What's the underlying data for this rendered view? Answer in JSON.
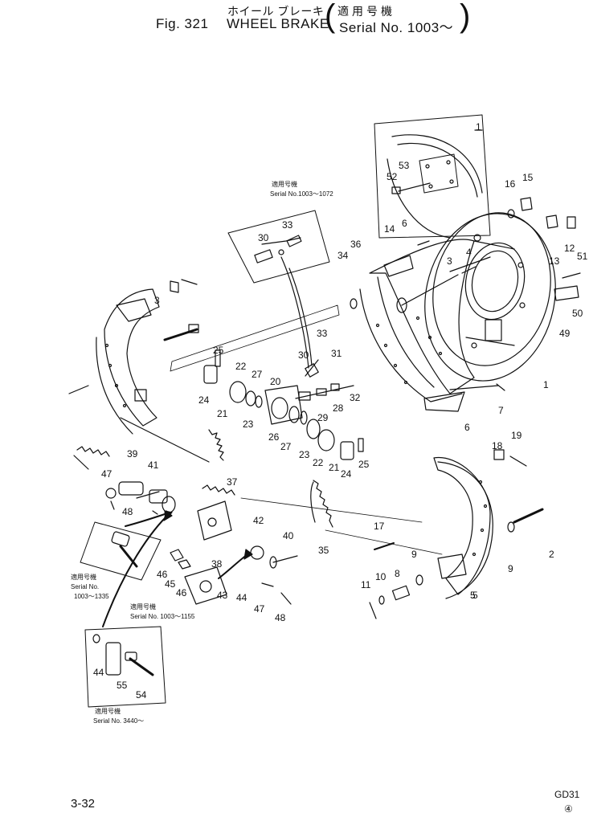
{
  "header": {
    "title_jp": "ホイール ブレーキ",
    "fig_label": "Fig. 321",
    "title": "WHEEL BRAKE",
    "serial_jp": "適用号機",
    "serial": "Serial No. 1003～"
  },
  "footer": {
    "page": "3-32",
    "model": "GD31",
    "revision": "④"
  },
  "notes": {
    "n1_jp": "適用号機",
    "n1": "Serial No.1003～1072",
    "n2_jp": "適用号機",
    "n2a": "Serial No.",
    "n2b": "1003～1335",
    "n3_jp": "適用号機",
    "n3": "Serial No. 1003～1155",
    "n4_jp": "適用号機",
    "n4": "Serial No. 3440～"
  },
  "parts": [
    {
      "id": "p1a",
      "num": "1"
    },
    {
      "id": "p1b",
      "num": "1"
    },
    {
      "id": "p2",
      "num": "2"
    },
    {
      "id": "p3a",
      "num": "3"
    },
    {
      "id": "p3b",
      "num": "3"
    },
    {
      "id": "p4",
      "num": "4"
    },
    {
      "id": "p5a",
      "num": "5"
    },
    {
      "id": "p5b",
      "num": "5"
    },
    {
      "id": "p6a",
      "num": "6"
    },
    {
      "id": "p6b",
      "num": "6"
    },
    {
      "id": "p7",
      "num": "7"
    },
    {
      "id": "p8",
      "num": "8"
    },
    {
      "id": "p9a",
      "num": "9"
    },
    {
      "id": "p9b",
      "num": "9"
    },
    {
      "id": "p10",
      "num": "10"
    },
    {
      "id": "p11",
      "num": "11"
    },
    {
      "id": "p12",
      "num": "12"
    },
    {
      "id": "p13",
      "num": "13"
    },
    {
      "id": "p14",
      "num": "14"
    },
    {
      "id": "p15",
      "num": "15"
    },
    {
      "id": "p16",
      "num": "16"
    },
    {
      "id": "p17",
      "num": "17"
    },
    {
      "id": "p18",
      "num": "18"
    },
    {
      "id": "p19",
      "num": "19"
    },
    {
      "id": "p20",
      "num": "20"
    },
    {
      "id": "p21a",
      "num": "21"
    },
    {
      "id": "p21b",
      "num": "21"
    },
    {
      "id": "p22a",
      "num": "22"
    },
    {
      "id": "p22b",
      "num": "22"
    },
    {
      "id": "p23a",
      "num": "23"
    },
    {
      "id": "p23b",
      "num": "23"
    },
    {
      "id": "p24a",
      "num": "24"
    },
    {
      "id": "p24b",
      "num": "24"
    },
    {
      "id": "p25a",
      "num": "25"
    },
    {
      "id": "p25b",
      "num": "25"
    },
    {
      "id": "p26",
      "num": "26"
    },
    {
      "id": "p27a",
      "num": "27"
    },
    {
      "id": "p27b",
      "num": "27"
    },
    {
      "id": "p28",
      "num": "28"
    },
    {
      "id": "p29",
      "num": "29"
    },
    {
      "id": "p30a",
      "num": "30"
    },
    {
      "id": "p30b",
      "num": "30"
    },
    {
      "id": "p31",
      "num": "31"
    },
    {
      "id": "p32",
      "num": "32"
    },
    {
      "id": "p33a",
      "num": "33"
    },
    {
      "id": "p33b",
      "num": "33"
    },
    {
      "id": "p34",
      "num": "34"
    },
    {
      "id": "p35",
      "num": "35"
    },
    {
      "id": "p36",
      "num": "36"
    },
    {
      "id": "p37",
      "num": "37"
    },
    {
      "id": "p38",
      "num": "38"
    },
    {
      "id": "p39",
      "num": "39"
    },
    {
      "id": "p40",
      "num": "40"
    },
    {
      "id": "p41",
      "num": "41"
    },
    {
      "id": "p42",
      "num": "42"
    },
    {
      "id": "p43",
      "num": "43"
    },
    {
      "id": "p44a",
      "num": "44"
    },
    {
      "id": "p44b",
      "num": "44"
    },
    {
      "id": "p45",
      "num": "45"
    },
    {
      "id": "p46a",
      "num": "46"
    },
    {
      "id": "p46b",
      "num": "46"
    },
    {
      "id": "p47a",
      "num": "47"
    },
    {
      "id": "p47b",
      "num": "47"
    },
    {
      "id": "p48a",
      "num": "48"
    },
    {
      "id": "p48b",
      "num": "48"
    },
    {
      "id": "p49",
      "num": "49"
    },
    {
      "id": "p50",
      "num": "50"
    },
    {
      "id": "p51",
      "num": "51"
    },
    {
      "id": "p52",
      "num": "52"
    },
    {
      "id": "p53",
      "num": "53"
    },
    {
      "id": "p54",
      "num": "54"
    },
    {
      "id": "p55",
      "num": "55"
    }
  ]
}
